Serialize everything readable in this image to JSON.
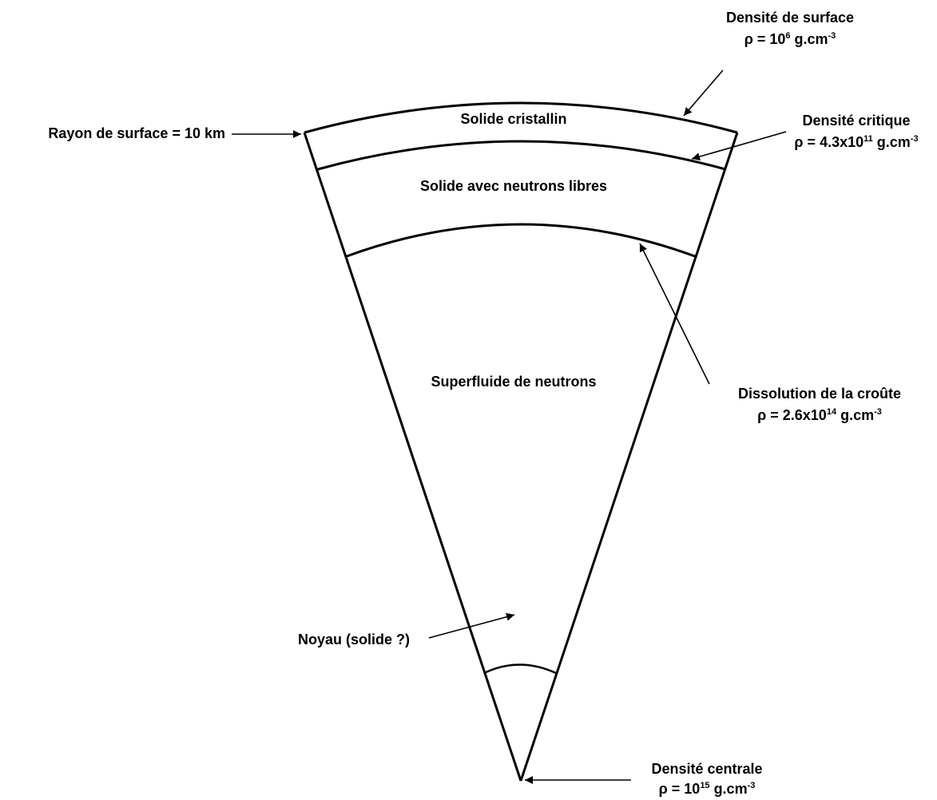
{
  "regions": {
    "crystalline": "Solide cristallin",
    "free_neutrons": "Solide avec neutrons libres",
    "superfluid": "Superfluide de neutrons"
  },
  "annotations": {
    "surface_radius": "Rayon de surface = 10 km",
    "surface_density": {
      "title": "Densité de surface",
      "rho": "ρ = 10",
      "exp": "6",
      "unit": " g.cm",
      "unit_exp": "-3"
    },
    "critical_density": {
      "title": "Densité critique",
      "rho": "ρ = 4.3x10",
      "exp": "11",
      "unit": " g.cm",
      "unit_exp": "-3"
    },
    "crust_dissolution": {
      "title": "Dissolution de la croûte",
      "rho": "ρ = 2.6x10",
      "exp": "14",
      "unit": " g.cm",
      "unit_exp": "-3"
    },
    "core": "Noyau (solide ?)",
    "central_density": {
      "title": "Densité centrale",
      "rho": "ρ = 10",
      "exp": "15",
      "unit": " g.cm",
      "unit_exp": "-3"
    }
  },
  "colors": {
    "line": "#000000",
    "background": "#ffffff"
  }
}
